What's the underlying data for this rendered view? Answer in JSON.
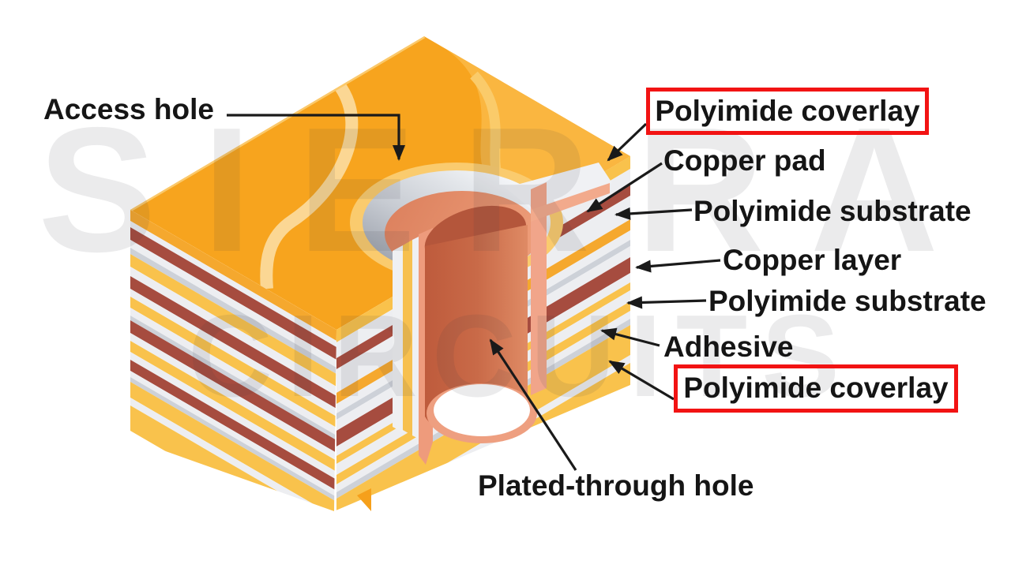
{
  "watermark": {
    "line1": "SIERRA",
    "line2": "CIRCUITS"
  },
  "labels": {
    "access_hole": {
      "text": "Access hole"
    },
    "polyimide_coverlay_top": {
      "text": "Polyimide coverlay",
      "boxed": true
    },
    "copper_pad": {
      "text": "Copper pad"
    },
    "polyimide_substrate_upper": {
      "text": "Polyimide substrate"
    },
    "copper_layer": {
      "text": "Copper layer"
    },
    "polyimide_substrate_lower": {
      "text": "Polyimide substrate"
    },
    "adhesive": {
      "text": "Adhesive"
    },
    "polyimide_coverlay_bottom": {
      "text": "Polyimide coverlay",
      "boxed": true
    },
    "plated_through_hole": {
      "text": "Plated-through hole"
    }
  },
  "colors": {
    "background": "#FFFFFF",
    "label_text": "#151515",
    "callout_box_red": "#F21313",
    "arrow_black": "#1A1A1A",
    "top_face_orange": "#F7A41E",
    "top_face_light_orange": "#FAB640",
    "top_band_pale_yellow": "#FBD794",
    "curve_edge_yellow": "#FACB6A",
    "stripe_white": "#EDEEF1",
    "stripe_gray": "#CDD1D8",
    "stripe_copper_red": "#A64C3F",
    "stripe_yellow": "#F9C24C",
    "stripe_orange_yellow": "#F5A82E",
    "pad_salmon": "#E28763",
    "barrel_salmon_light": "#F1A58A",
    "barrel_wall_salmon": "#EE9B7C",
    "hole_dark_copper": "#B4563B",
    "cylinder_left": "#BE5B3C",
    "cylinder_mid": "#C96A48",
    "cylinder_right": "#E08C66",
    "ring_silver_dark": "#8F95A0",
    "ring_silver_light": "#F8FAFC",
    "void_white": "#FFFFFF",
    "watermark_gray": "rgba(55,58,66,0.10)"
  },
  "stackup": {
    "right_face": [
      {
        "name": "polyimide-coverlay",
        "color": "#F9C24C",
        "h": 16
      },
      {
        "name": "polyimide-substrate",
        "color": "#EDEEF1",
        "h": 20
      },
      {
        "name": "copper-pad",
        "color": "#A64C3F",
        "h": 14
      },
      {
        "name": "polyimide-substrate",
        "color": "#EDEEF1",
        "h": 30
      },
      {
        "name": "adhesive",
        "color": "#F5A82E",
        "h": 14
      },
      {
        "name": "polyimide-substrate",
        "color": "#EDEEF1",
        "h": 12
      },
      {
        "name": "shadow",
        "color": "#CDD1D8",
        "h": 8
      },
      {
        "name": "polyimide-substrate",
        "color": "#EDEEF1",
        "h": 14
      },
      {
        "name": "copper-layer",
        "color": "#A64C3F",
        "h": 20
      },
      {
        "name": "polyimide-substrate",
        "color": "#EDEEF1",
        "h": 12
      },
      {
        "name": "adhesive",
        "color": "#F9C24C",
        "h": 10
      },
      {
        "name": "polyimide-substrate",
        "color": "#EDEEF1",
        "h": 14
      },
      {
        "name": "adhesive",
        "color": "#F9C24C",
        "h": 12
      },
      {
        "name": "polyimide-substrate",
        "color": "#EDEEF1",
        "h": 10
      },
      {
        "name": "shadow",
        "color": "#CDD1D8",
        "h": 8
      },
      {
        "name": "polyimide-coverlay",
        "color": "#F9C24C",
        "h": 38
      },
      {
        "name": "polyimide-substrate",
        "color": "#EDEEF1",
        "h": 10
      },
      {
        "name": "polyimide-coverlay",
        "color": "#F9C24C",
        "h": 28
      }
    ],
    "left_face": [
      {
        "name": "polyimide-coverlay",
        "color": "#F5A82E",
        "h": 14
      },
      {
        "name": "polyimide-substrate",
        "color": "#EDEEF1",
        "h": 8
      },
      {
        "name": "copper-layer",
        "color": "#A64C3F",
        "h": 16
      },
      {
        "name": "polyimide-substrate",
        "color": "#EDEEF1",
        "h": 10
      },
      {
        "name": "shadow",
        "color": "#CDD1D8",
        "h": 8
      },
      {
        "name": "adhesive",
        "color": "#F9C24C",
        "h": 16
      },
      {
        "name": "polyimide-substrate",
        "color": "#EDEEF1",
        "h": 12
      },
      {
        "name": "copper-layer",
        "color": "#A64C3F",
        "h": 16
      },
      {
        "name": "polyimide-substrate",
        "color": "#EDEEF1",
        "h": 10
      },
      {
        "name": "adhesive",
        "color": "#F9C24C",
        "h": 14
      },
      {
        "name": "polyimide-substrate",
        "color": "#EDEEF1",
        "h": 10
      },
      {
        "name": "shadow",
        "color": "#CDD1D8",
        "h": 6
      },
      {
        "name": "copper-layer",
        "color": "#A64C3F",
        "h": 16
      },
      {
        "name": "polyimide-substrate",
        "color": "#EDEEF1",
        "h": 10
      },
      {
        "name": "adhesive",
        "color": "#F9C24C",
        "h": 14
      },
      {
        "name": "polyimide-substrate",
        "color": "#EDEEF1",
        "h": 10
      },
      {
        "name": "copper-layer",
        "color": "#A64C3F",
        "h": 14
      },
      {
        "name": "polyimide-substrate",
        "color": "#EDEEF1",
        "h": 8
      },
      {
        "name": "shadow",
        "color": "#CDD1D8",
        "h": 6
      },
      {
        "name": "polyimide-coverlay",
        "color": "#F9C24C",
        "h": 20
      },
      {
        "name": "polyimide-substrate",
        "color": "#EDEEF1",
        "h": 10
      },
      {
        "name": "polyimide-coverlay",
        "color": "#F9C24C",
        "h": 32
      }
    ]
  }
}
